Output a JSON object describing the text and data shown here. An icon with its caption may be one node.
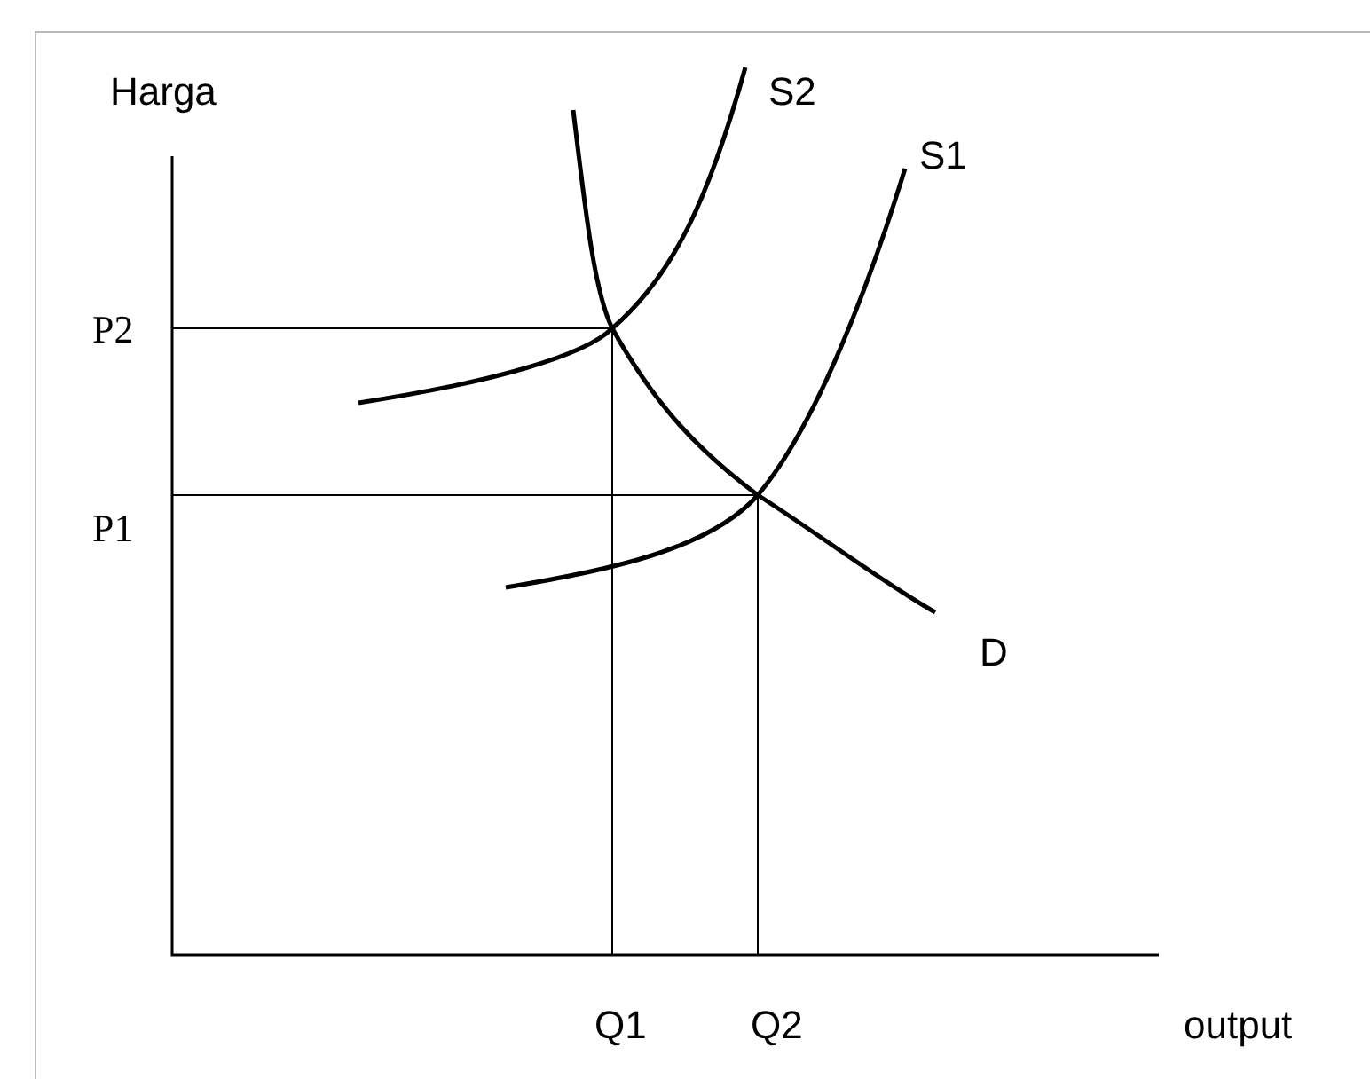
{
  "diagram": {
    "labels": [
      "Harga",
      "S2",
      "S1",
      "P2",
      "P1",
      "D",
      "Q1",
      "Q2",
      "output"
    ]
  }
}
